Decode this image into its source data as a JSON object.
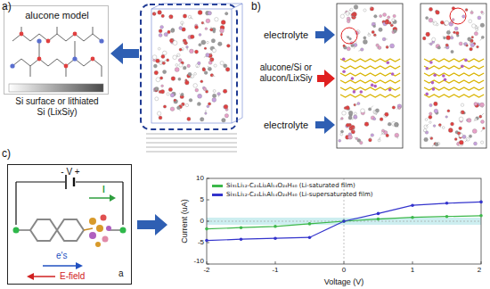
{
  "diagram": {
    "nodes": [
      {
        "text": [
          "alucone model"
        ]
      },
      {
        "text": [
          "- V +",
          "I",
          "e's",
          "E-field",
          "a"
        ]
      }
    ],
    "labels": [
      "a)",
      "Si surface or lithiated Si (LixSiy)",
      "b)",
      "electrolyte",
      "alucone/Si or alucon/LixSiy",
      "electrolyte",
      "c)",
      "Current (uA)",
      "Voltage (V)",
      "-2",
      "-1",
      "0",
      "1",
      "2",
      "10",
      "5",
      "0",
      "-5",
      "-10"
    ],
    "legend": [
      {
        "text": "Si₃₁Li₁₂-C₂₄Li₂Al₁₄O₂₄H₄₀ (Li-saturated film)",
        "color": "#3cb84a"
      },
      {
        "text": "Si₃₁Li₁₂-C₂₄Li₅Al₁₄O₂₄H₄₀ (Li-supersaturated film)",
        "color": "#3333cc"
      }
    ]
  }
}
